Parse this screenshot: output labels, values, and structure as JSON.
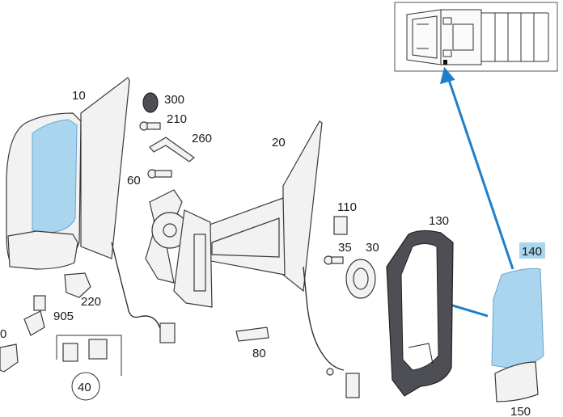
{
  "diagram": {
    "labels": {
      "p10": "10",
      "p20": "20",
      "p30": "30",
      "p35": "35",
      "p40": "40",
      "p60": "60",
      "p80": "80",
      "p110": "110",
      "p130": "130",
      "p140": "140",
      "p150": "150",
      "p210": "210",
      "p220": "220",
      "p260": "260",
      "p300": "300",
      "p905": "905",
      "p_left_cut": "0"
    },
    "highlighted_part": "140",
    "colors": {
      "arrow": "#1f7ec9",
      "highlight_box": "#a9d5ee",
      "glass": "#a9d5ee",
      "housing_dark": "#4d4f55",
      "line": "#3a3a3a"
    }
  }
}
